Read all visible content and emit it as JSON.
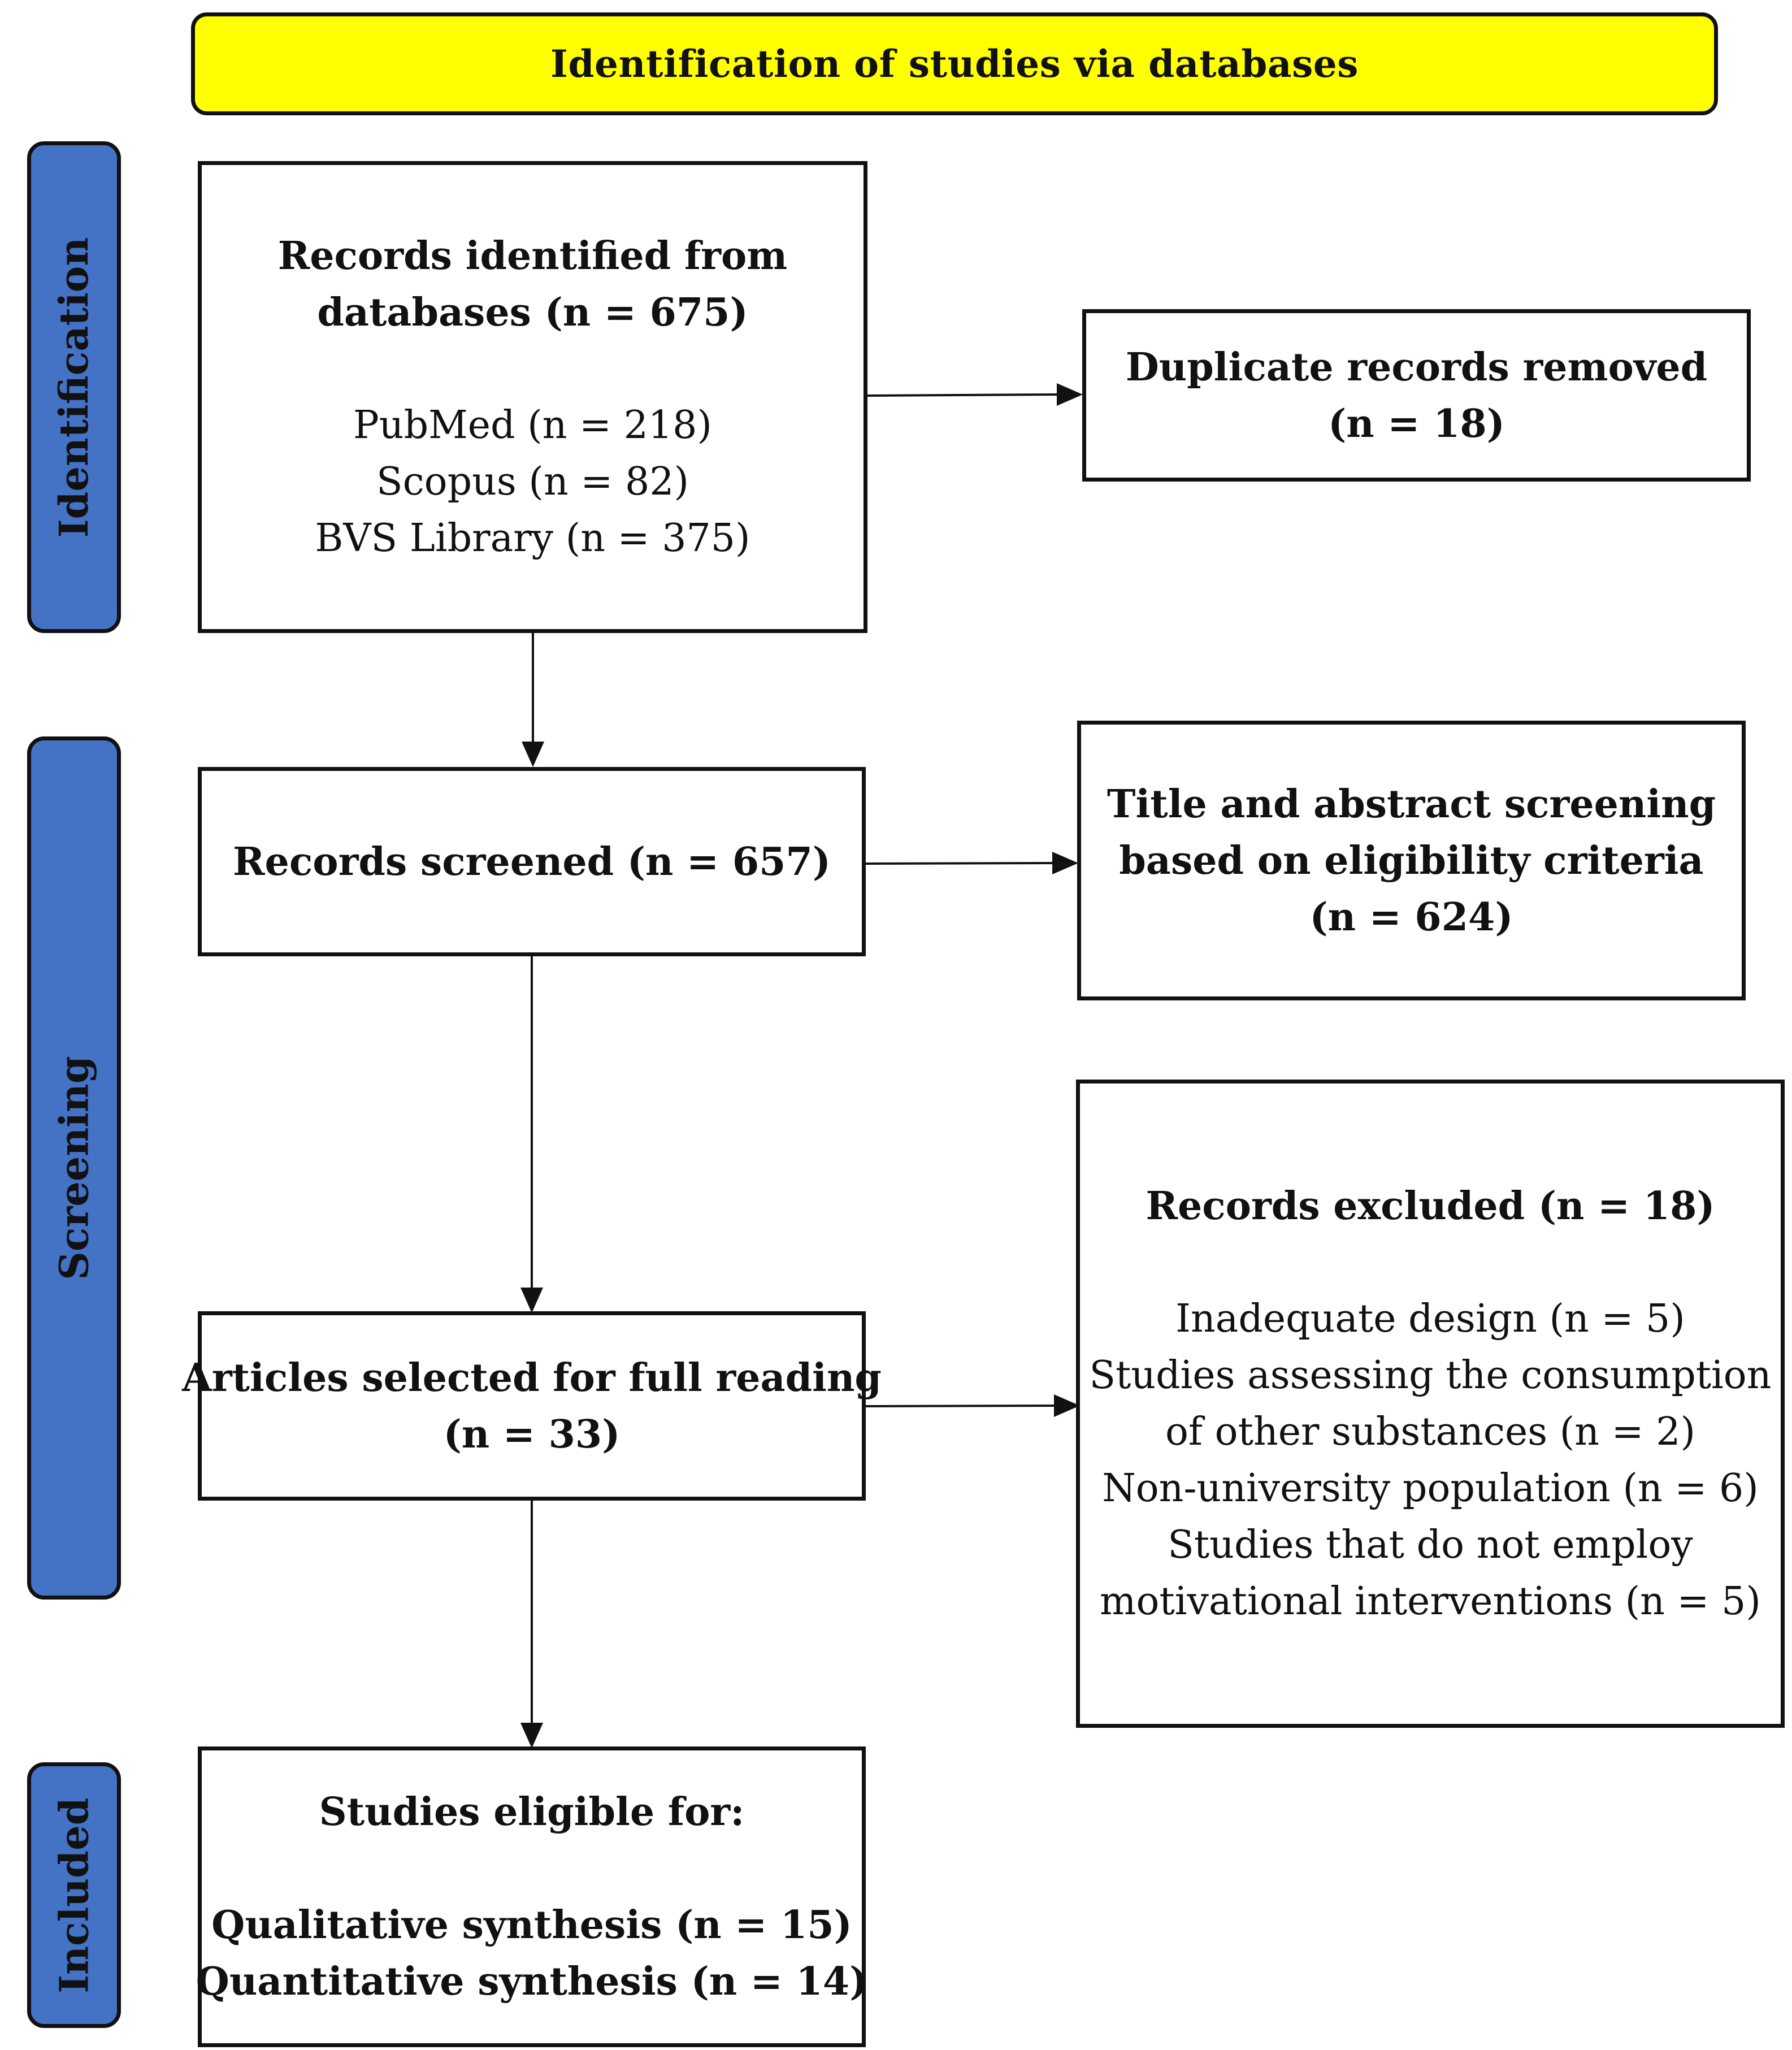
{
  "header": {
    "title": "Identification of studies via databases",
    "fill_color": "#ffff00"
  },
  "phases": {
    "fill_color": "#4472c4",
    "identification": "Identification",
    "screening": "Screening",
    "included": "Included"
  },
  "identified": {
    "title_line1": "Records identified from",
    "title_line2": "databases (n = 675)",
    "sources": [
      "PubMed (n = 218)",
      "Scopus (n = 82)",
      "BVS Library (n = 375)"
    ]
  },
  "duplicates": {
    "line1": "Duplicate records removed",
    "line2": "(n = 18)"
  },
  "screened": {
    "title": "Records screened (n = 657)"
  },
  "title_abstract": {
    "line1": "Title and abstract screening",
    "line2": "based on eligibility criteria",
    "line3": "(n = 624)"
  },
  "full_reading": {
    "line1": "Articles selected for full reading",
    "line2": "(n = 33)"
  },
  "excluded": {
    "title": "Records excluded (n = 18)",
    "reasons": [
      "Inadequate design (n = 5)",
      "Studies assessing the consumption",
      "of other substances (n = 2)",
      "Non-university population (n = 6)",
      "Studies that do not employ",
      "motivational interventions (n = 5)"
    ]
  },
  "eligible": {
    "title": "Studies eligible for:",
    "qualitative": "Qualitative synthesis (n = 15)",
    "quantitative": "Quantitative synthesis (n = 14)"
  }
}
